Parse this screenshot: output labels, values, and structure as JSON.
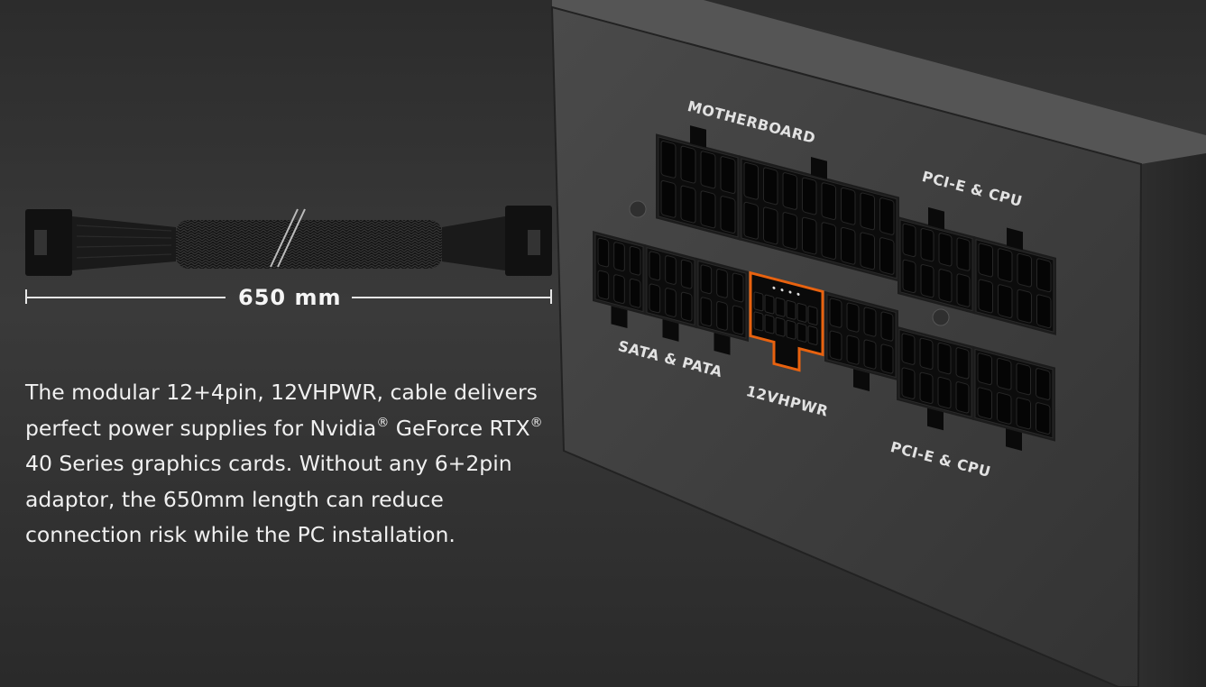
{
  "cable": {
    "length_label": "650 mm"
  },
  "description": {
    "line1": "The modular 12+4pin, 12VHPWR, cable delivers",
    "line2_a": "perfect power supplies for Nvidia",
    "line2_sup1": "®",
    "line2_b": " GeForce RTX",
    "line2_sup2": "®",
    "line3": "40 Series graphics cards. Without any 6+2pin",
    "line4": "adaptor, the 650mm length can reduce",
    "line5": "connection risk while the PC installation."
  },
  "psu_labels": {
    "motherboard": "MOTHERBOARD",
    "pcie_cpu_top": "PCI-E & CPU",
    "sata_pata": "SATA & PATA",
    "vhpwr": "12VHPWR",
    "pcie_cpu_bottom": "PCI-E & CPU"
  },
  "colors": {
    "highlight": "#e8620f",
    "background": "#333333",
    "psu_body": "#3c3c3c"
  }
}
